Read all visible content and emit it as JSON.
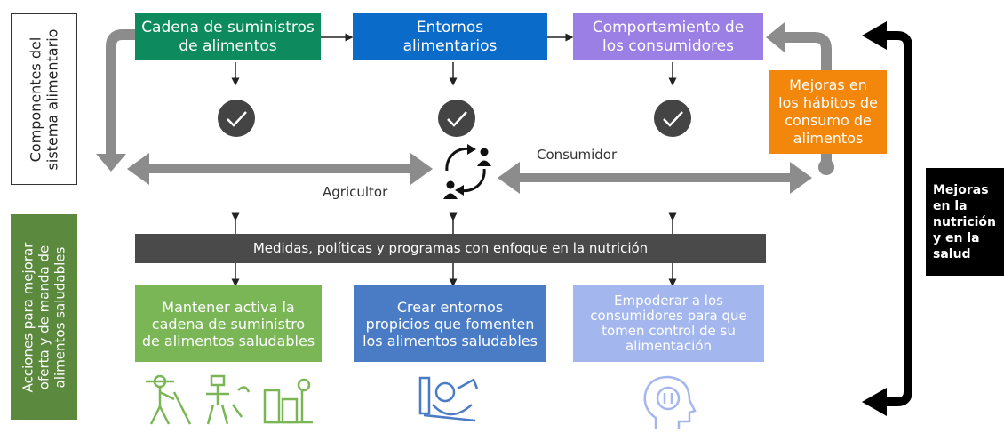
{
  "left_labels": {
    "components": "Componentes del\nsistema alimentario",
    "actions": "Acciones para mejorar\noferta y de manda de\nalimentos saludables"
  },
  "top_boxes": {
    "supply_chain": "Cadena de suministros\nde alimentos",
    "food_env": "Entornos\nalimentarios",
    "consumer_behavior": "Comportamiento de\nlos consumidores"
  },
  "improvements_box": "Mejoras en\nlos hábitos de\nconsumo de\nalimentos",
  "center_labels": {
    "farmer": "Agricultor",
    "consumer": "Consumidor"
  },
  "policy_bar": "Medidas, políticas y programas con enfoque en la nutrición",
  "bottom_boxes": {
    "keep_supply": "Mantener activa la\ncadena de suministro\nde alimentos saludables",
    "create_env": "Crear entornos\npropicios que fomenten\nlos alimentos saludables",
    "empower": "Empoderar a los\nconsumidores para que\ntomen control de su\nalimentación"
  },
  "right_label": "Mejoras\nen la\nnutrición\ny en la\nsalud",
  "colors": {
    "green_dark": "#0E8A5F",
    "blue": "#0A6CC8",
    "purple": "#9B7FE4",
    "orange": "#F2870C",
    "green_light": "#7AB656",
    "blue_mid": "#4A7CC6",
    "blue_light": "#A3B7EE",
    "policy": "#4A4A4A",
    "arrow_grey": "#8C8C8C"
  }
}
